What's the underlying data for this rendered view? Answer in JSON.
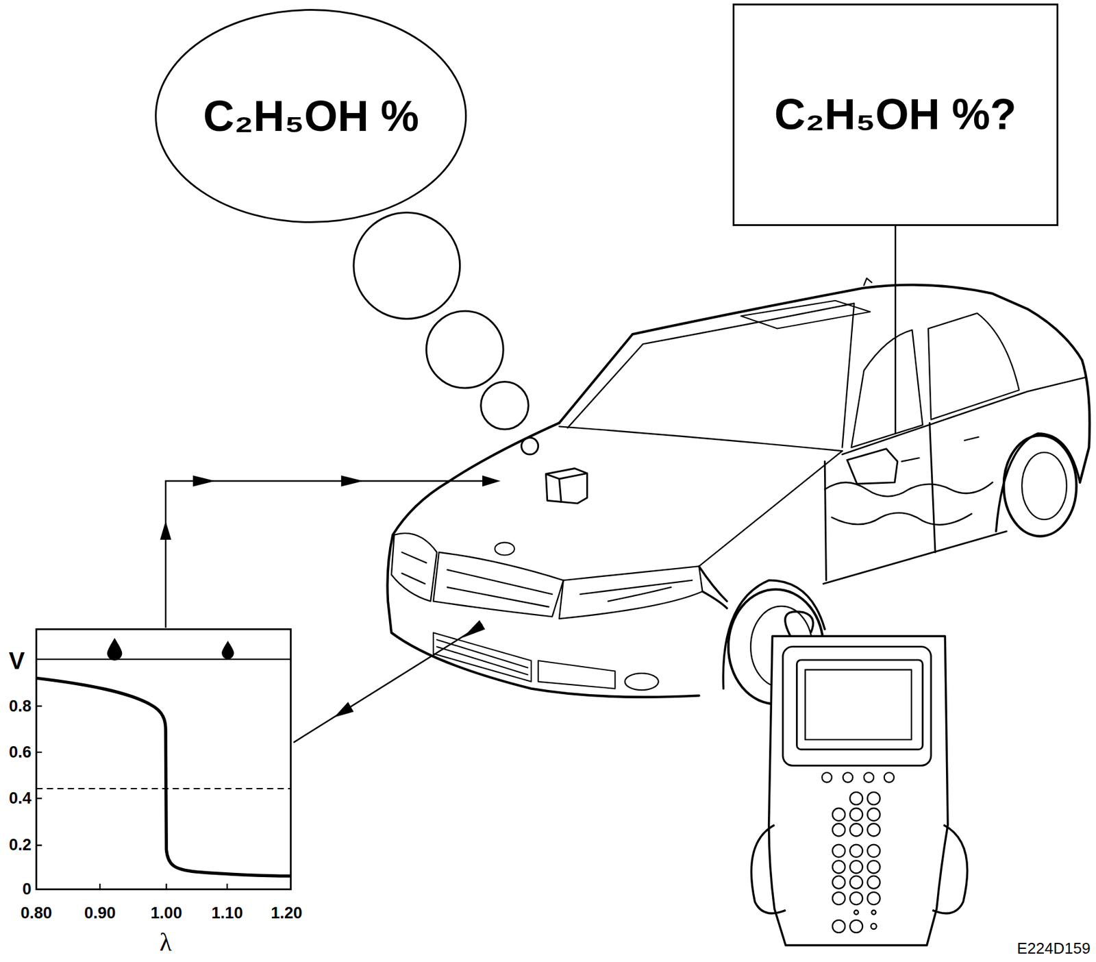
{
  "diagram": {
    "nodes": [
      {
        "text": [
          "C₂H₅OH %"
        ]
      },
      {
        "text": [
          "C₂H₅OH %?"
        ]
      }
    ],
    "labels": [
      "V",
      "0.8",
      "0.6",
      "0.4",
      "0.2",
      "0",
      "0.80",
      "0.90",
      "1.00",
      "1.10",
      "1.20",
      "λ",
      "E224D159"
    ]
  }
}
